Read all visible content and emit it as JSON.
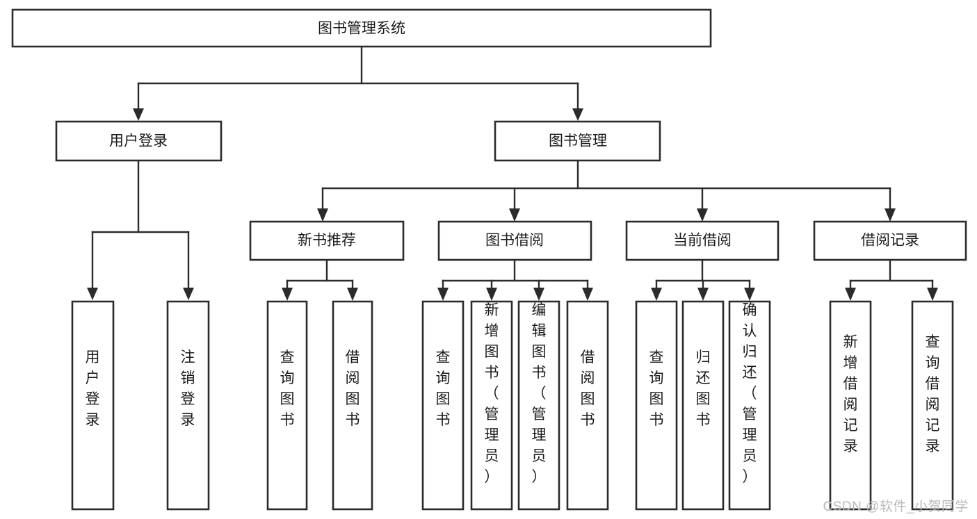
{
  "diagram": {
    "type": "tree",
    "title": "图书管理系统",
    "watermark": "CSDN @软件_小贺同学",
    "colors": {
      "stroke": "#2b2b2b",
      "fill": "#ffffff",
      "text": "#1a1a1a",
      "watermark": "#b9b9b9",
      "background": "#ffffff"
    },
    "root": {
      "label": "图书管理系统"
    },
    "level1": [
      {
        "label": "用户登录"
      },
      {
        "label": "图书管理"
      }
    ],
    "level2": [
      {
        "label": "新书推荐"
      },
      {
        "label": "图书借阅"
      },
      {
        "label": "当前借阅"
      },
      {
        "label": "借阅记录"
      }
    ],
    "leaves": {
      "user_login": [
        {
          "label": "用户登录"
        },
        {
          "label": "注销登录"
        }
      ],
      "new_book_recommend": [
        {
          "label": "查询图书"
        },
        {
          "label": "借阅图书"
        }
      ],
      "book_borrow": [
        {
          "label": "查询图书"
        },
        {
          "label": "新增图书（管理员）"
        },
        {
          "label": "编辑图书（管理员）"
        },
        {
          "label": "借阅图书"
        }
      ],
      "current_borrow": [
        {
          "label": "查询图书"
        },
        {
          "label": "归还图书"
        },
        {
          "label": "确认归还（管理员）"
        }
      ],
      "borrow_record": [
        {
          "label": "新增借阅记录"
        },
        {
          "label": "查询借阅记录"
        }
      ]
    }
  }
}
